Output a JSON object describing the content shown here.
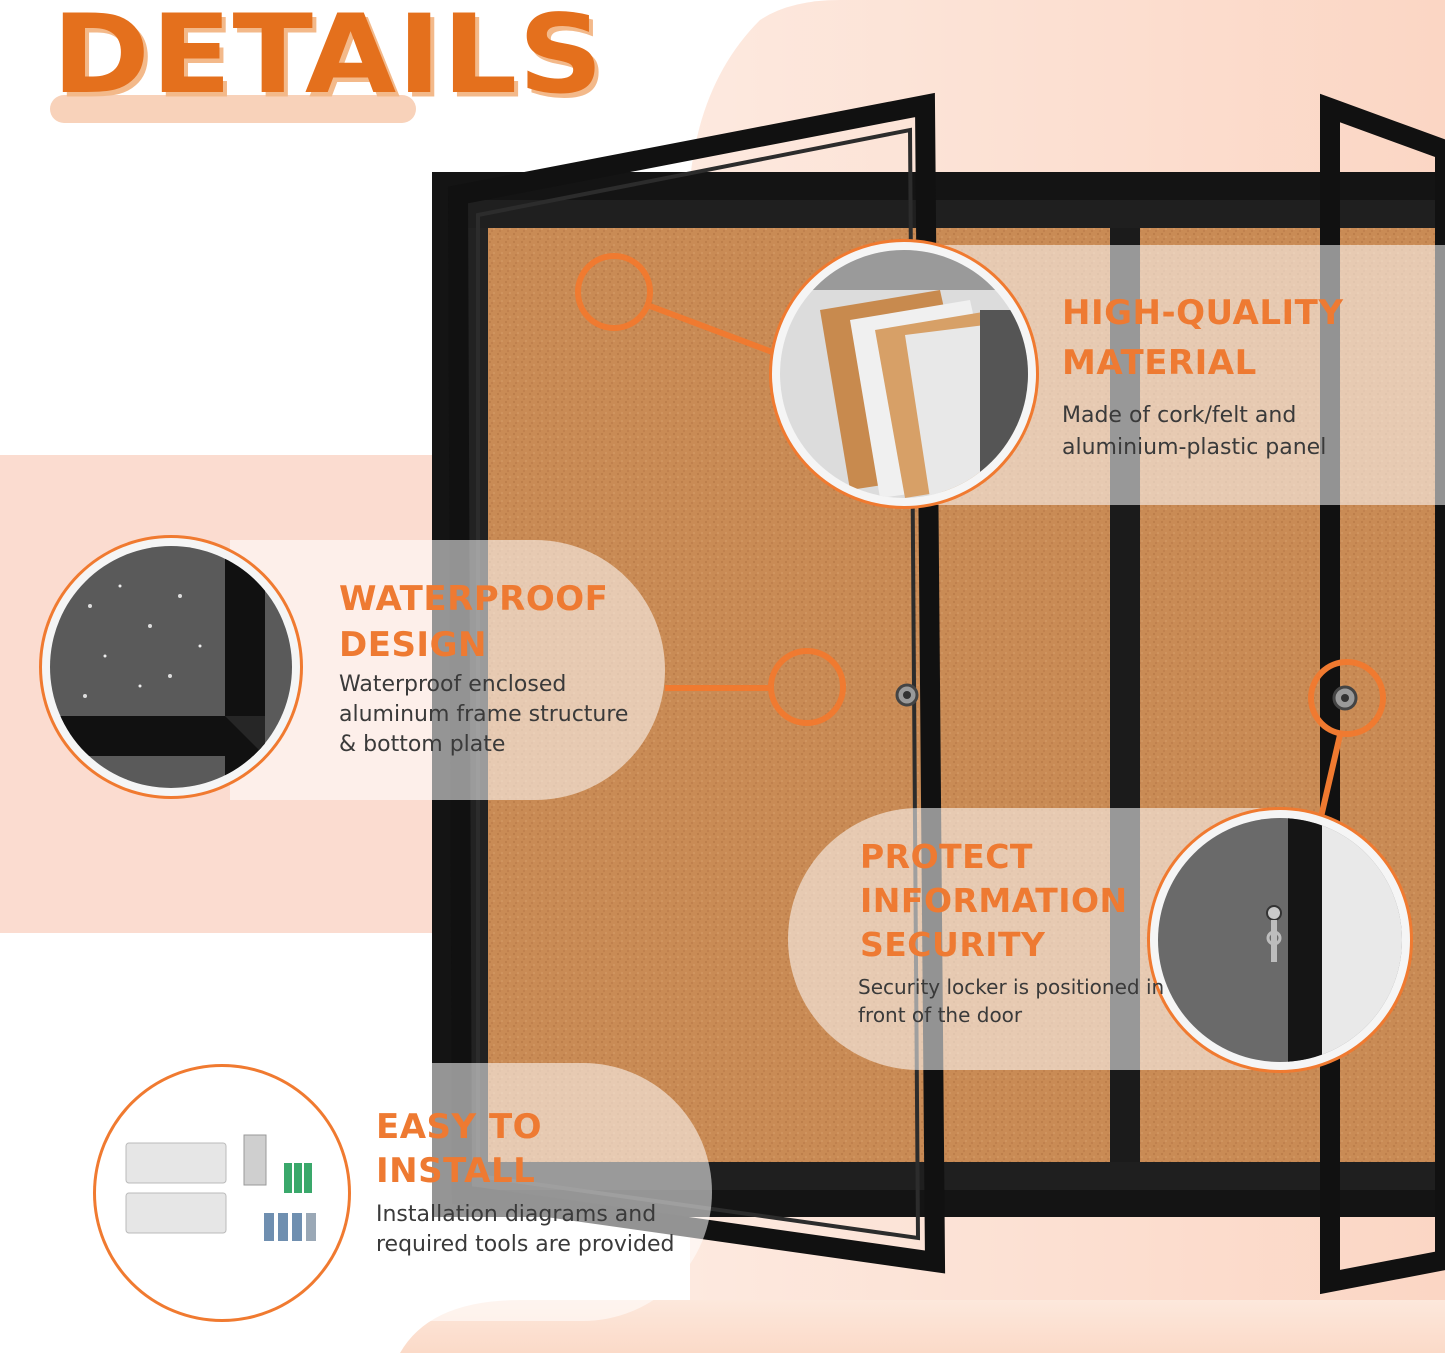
{
  "heading": "DETAILS",
  "colors": {
    "accent": "#ee7a32",
    "heading": "#e4701d",
    "cork": "#c98b55",
    "frame": "#151515",
    "background_peach": "#fbe0d2",
    "text": "#3a3a3a"
  },
  "features": [
    {
      "icon": "material-layers-icon",
      "title_lines": [
        "HIGH-QUALITY",
        "MATERIAL"
      ],
      "desc_lines": [
        "Made of cork/felt and",
        "aluminium-plastic panel"
      ]
    },
    {
      "icon": "waterproof-frame-icon",
      "title_lines": [
        "WATERPROOF",
        "DESIGN"
      ],
      "desc_lines": [
        "Waterproof enclosed",
        "aluminum frame structure",
        "& bottom plate"
      ]
    },
    {
      "icon": "lock-key-icon",
      "title_lines": [
        "PROTECT",
        "INFORMATION",
        "SECURITY"
      ],
      "desc_lines": [
        "Security locker is positioned in",
        "front of the door"
      ]
    },
    {
      "icon": "mounting-hardware-icon",
      "title_lines": [
        "EASY TO",
        "INSTALL"
      ],
      "desc_lines": [
        "Installation diagrams and",
        "required tools are provided"
      ]
    }
  ]
}
